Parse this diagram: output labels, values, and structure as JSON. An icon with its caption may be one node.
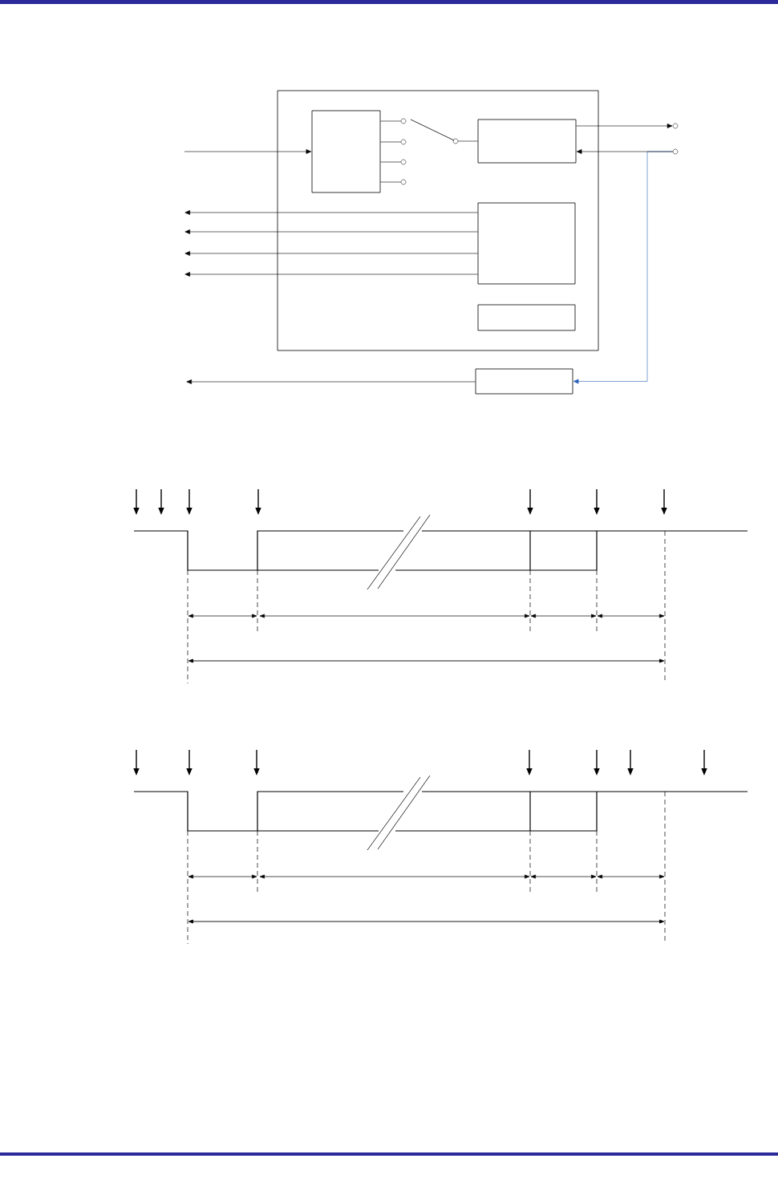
{
  "diagram": {
    "nodes": [
      {
        "text": [],
        "shape": "box"
      },
      {
        "text": [],
        "shape": "box",
        "in": 0
      },
      {
        "text": [],
        "shape": "circle",
        "in": 0
      },
      {
        "text": [],
        "shape": "circle",
        "in": 0
      },
      {
        "text": [],
        "shape": "circle",
        "in": 0
      },
      {
        "text": [],
        "shape": "circle",
        "in": 0
      },
      {
        "text": [],
        "shape": "circle",
        "in": 0
      },
      {
        "text": [],
        "shape": "box",
        "in": 0
      },
      {
        "text": [],
        "shape": "circle"
      },
      {
        "text": [],
        "shape": "circle"
      },
      {
        "text": [],
        "shape": "box",
        "in": 0
      },
      {
        "text": [],
        "shape": "box",
        "in": 0
      },
      {
        "text": [],
        "shape": "box"
      }
    ],
    "edges": [
      {
        "from": null,
        "to": 1,
        "arrow": "to"
      },
      {
        "from": 1,
        "to": 2,
        "arrow": "none"
      },
      {
        "from": 1,
        "to": 3,
        "arrow": "none"
      },
      {
        "from": 1,
        "to": 4,
        "arrow": "none"
      },
      {
        "from": 1,
        "to": 5,
        "arrow": "none"
      },
      {
        "from": 6,
        "to": 7,
        "arrow": "none"
      },
      {
        "from": 7,
        "to": 8,
        "arrow": "to"
      },
      {
        "from": 9,
        "to": 7,
        "arrow": "to"
      },
      {
        "from": 9,
        "to": 12,
        "arrow": "to",
        "color": "#2a62b8"
      },
      {
        "from": 10,
        "to": null,
        "arrow": "to"
      },
      {
        "from": 10,
        "to": null,
        "arrow": "to"
      },
      {
        "from": 10,
        "to": null,
        "arrow": "to"
      },
      {
        "from": 10,
        "to": null,
        "arrow": "to"
      },
      {
        "from": 12,
        "to": null,
        "arrow": "to"
      }
    ]
  }
}
